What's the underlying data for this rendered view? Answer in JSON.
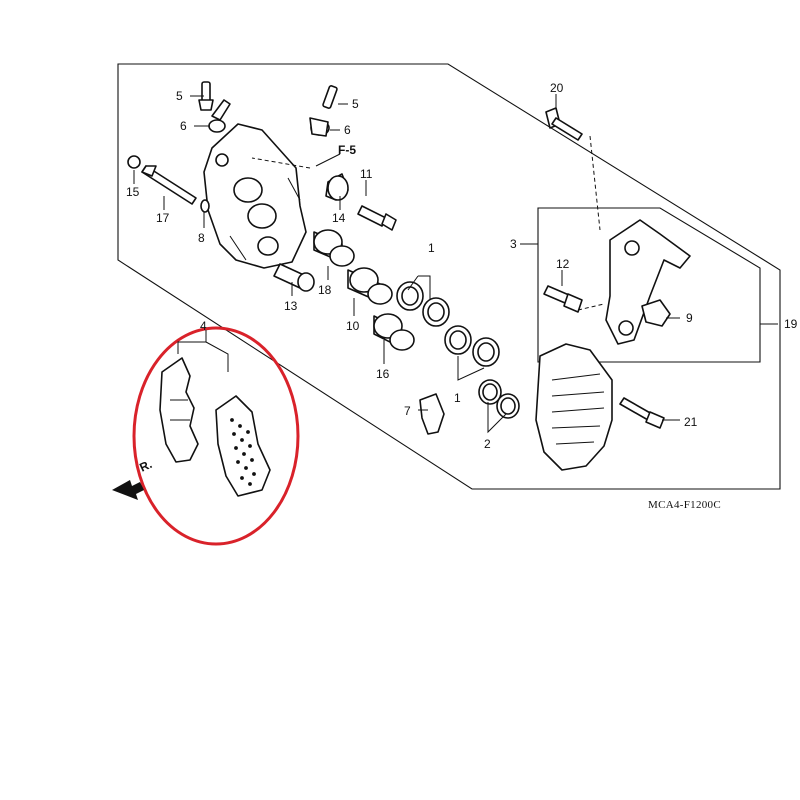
{
  "diagram": {
    "catalog_code": "MCA4-F1200C",
    "section_ref": "F-5",
    "direction_label": "R.",
    "highlight_color": "#d9222a",
    "callouts": [
      "1",
      "1",
      "2",
      "2",
      "3",
      "4",
      "5",
      "5",
      "6",
      "6",
      "7",
      "8",
      "9",
      "10",
      "11",
      "12",
      "13",
      "14",
      "15",
      "16",
      "17",
      "18",
      "19",
      "20",
      "21"
    ]
  }
}
